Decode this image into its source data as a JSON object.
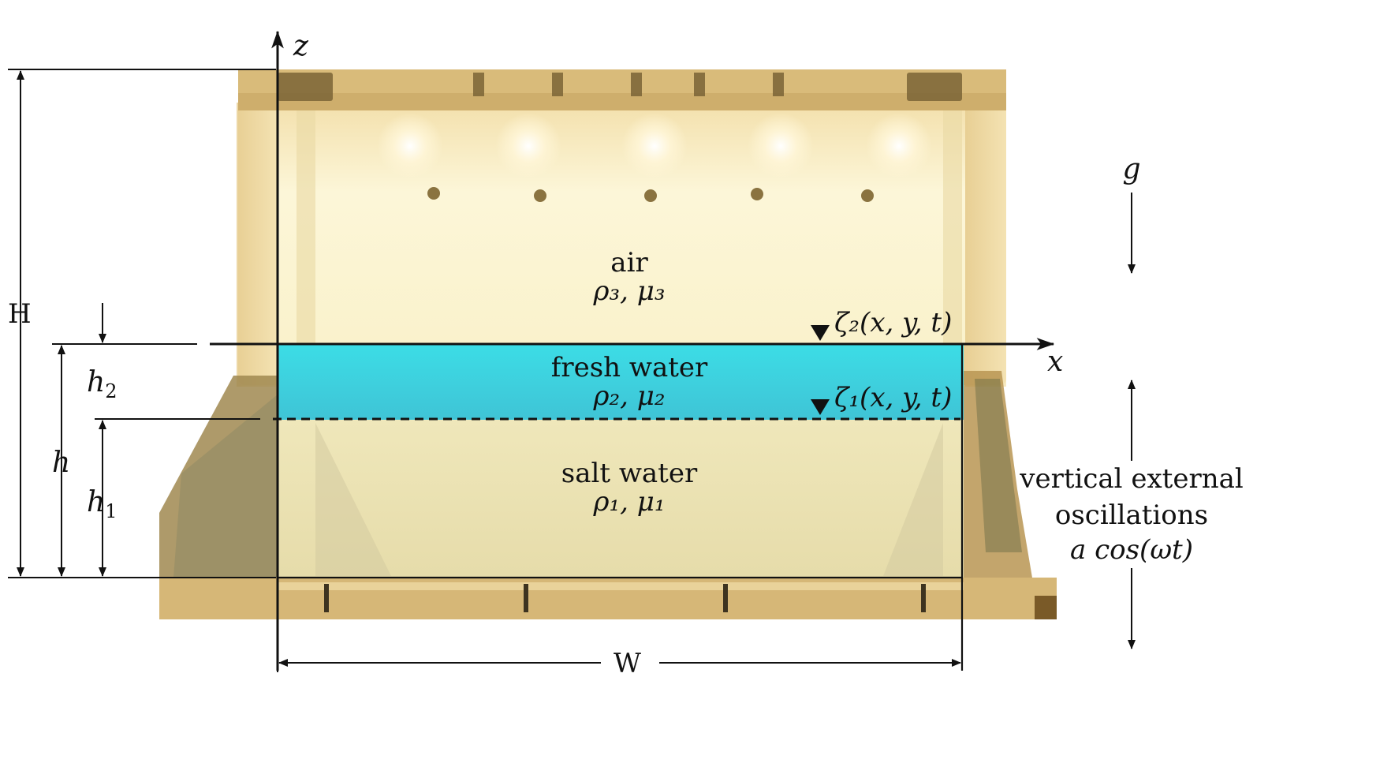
{
  "axes": {
    "z": "z",
    "x": "x"
  },
  "dimensions": {
    "H": "H",
    "h": "h",
    "h1": "h",
    "h1_sub": "1",
    "h2": "h",
    "h2_sub": "2",
    "W": "W"
  },
  "gravity": "g",
  "layers": {
    "air": {
      "name": "air",
      "props": "ρ₃, μ₃"
    },
    "fresh": {
      "name": "fresh water",
      "props": "ρ₂, μ₂"
    },
    "salt": {
      "name": "salt water",
      "props": "ρ₁, μ₁"
    }
  },
  "interfaces": {
    "zeta2": "ζ₂(x, y, t)",
    "zeta1": "ζ₁(x, y, t)"
  },
  "excitation": {
    "line1": "vertical external",
    "line2": "oscillations",
    "line3": "a cos(ωt)"
  },
  "colors": {
    "fresh_water": "#3fd6e0",
    "salt_water": "#ece4b4",
    "air": "#fbf3d2",
    "frame": "#c9a866"
  }
}
